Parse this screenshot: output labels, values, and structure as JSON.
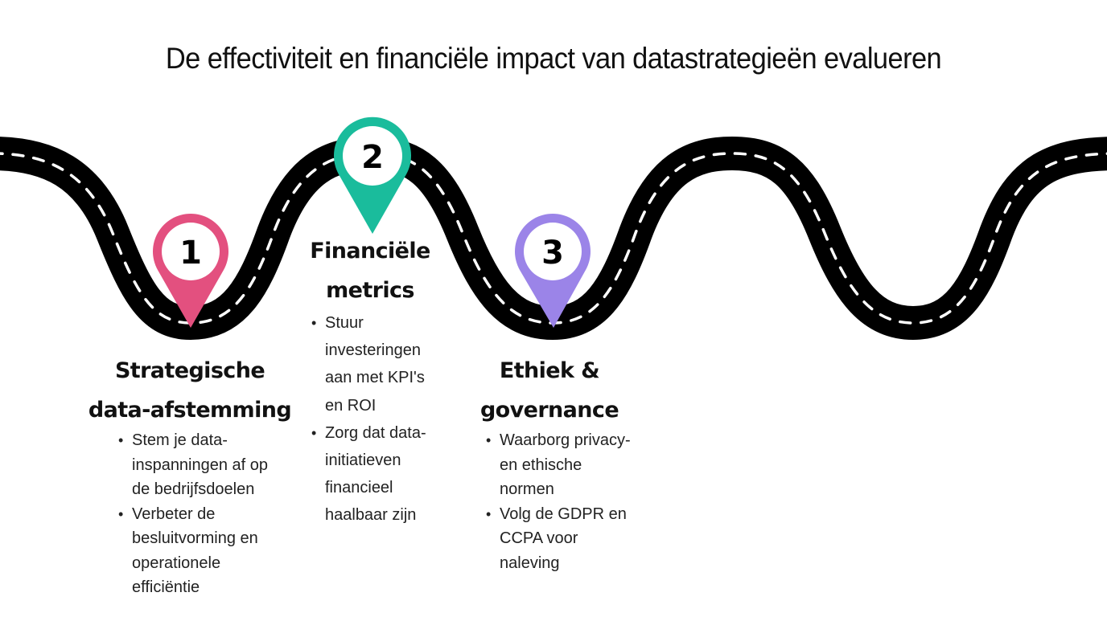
{
  "title": "De effectiviteit en financiële impact van datastrategieën evalueren",
  "colors": {
    "road": "#000000",
    "road_marking": "#ffffff",
    "pin_1": "#E3507F",
    "pin_2": "#1ABC9C",
    "pin_3": "#9B84E8",
    "background": "#ffffff"
  },
  "icons": {
    "road": "winding-road-icon",
    "pin": "map-pin-icon"
  },
  "steps": [
    {
      "number": "1",
      "heading_line1": "Strategische",
      "heading_line2": "data-afstemming",
      "bullets": [
        {
          "line1": "Stem je data-",
          "line2": "inspanningen af op",
          "line3": "de bedrijfsdoelen"
        },
        {
          "line1": "Verbeter de",
          "line2": "besluitvorming en",
          "line3": "operationele",
          "line4": "efficiëntie"
        }
      ]
    },
    {
      "number": "2",
      "heading_line1": "Financiële",
      "heading_line2": "metrics",
      "bullets": [
        {
          "line1": "Stuur",
          "line2": "investeringen",
          "line3": "aan met KPI's",
          "line4": "en ROI"
        },
        {
          "line1": "Zorg dat data-",
          "line2": "initiatieven",
          "line3": "financieel",
          "line4": "haalbaar zijn"
        }
      ]
    },
    {
      "number": "3",
      "heading_line1": "Ethiek &",
      "heading_line2": "governance",
      "bullets": [
        {
          "line1": "Waarborg privacy-",
          "line2": "en ethische",
          "line3": "normen"
        },
        {
          "line1": "Volg de GDPR en",
          "line2": "CCPA voor",
          "line3": "naleving"
        }
      ]
    }
  ]
}
